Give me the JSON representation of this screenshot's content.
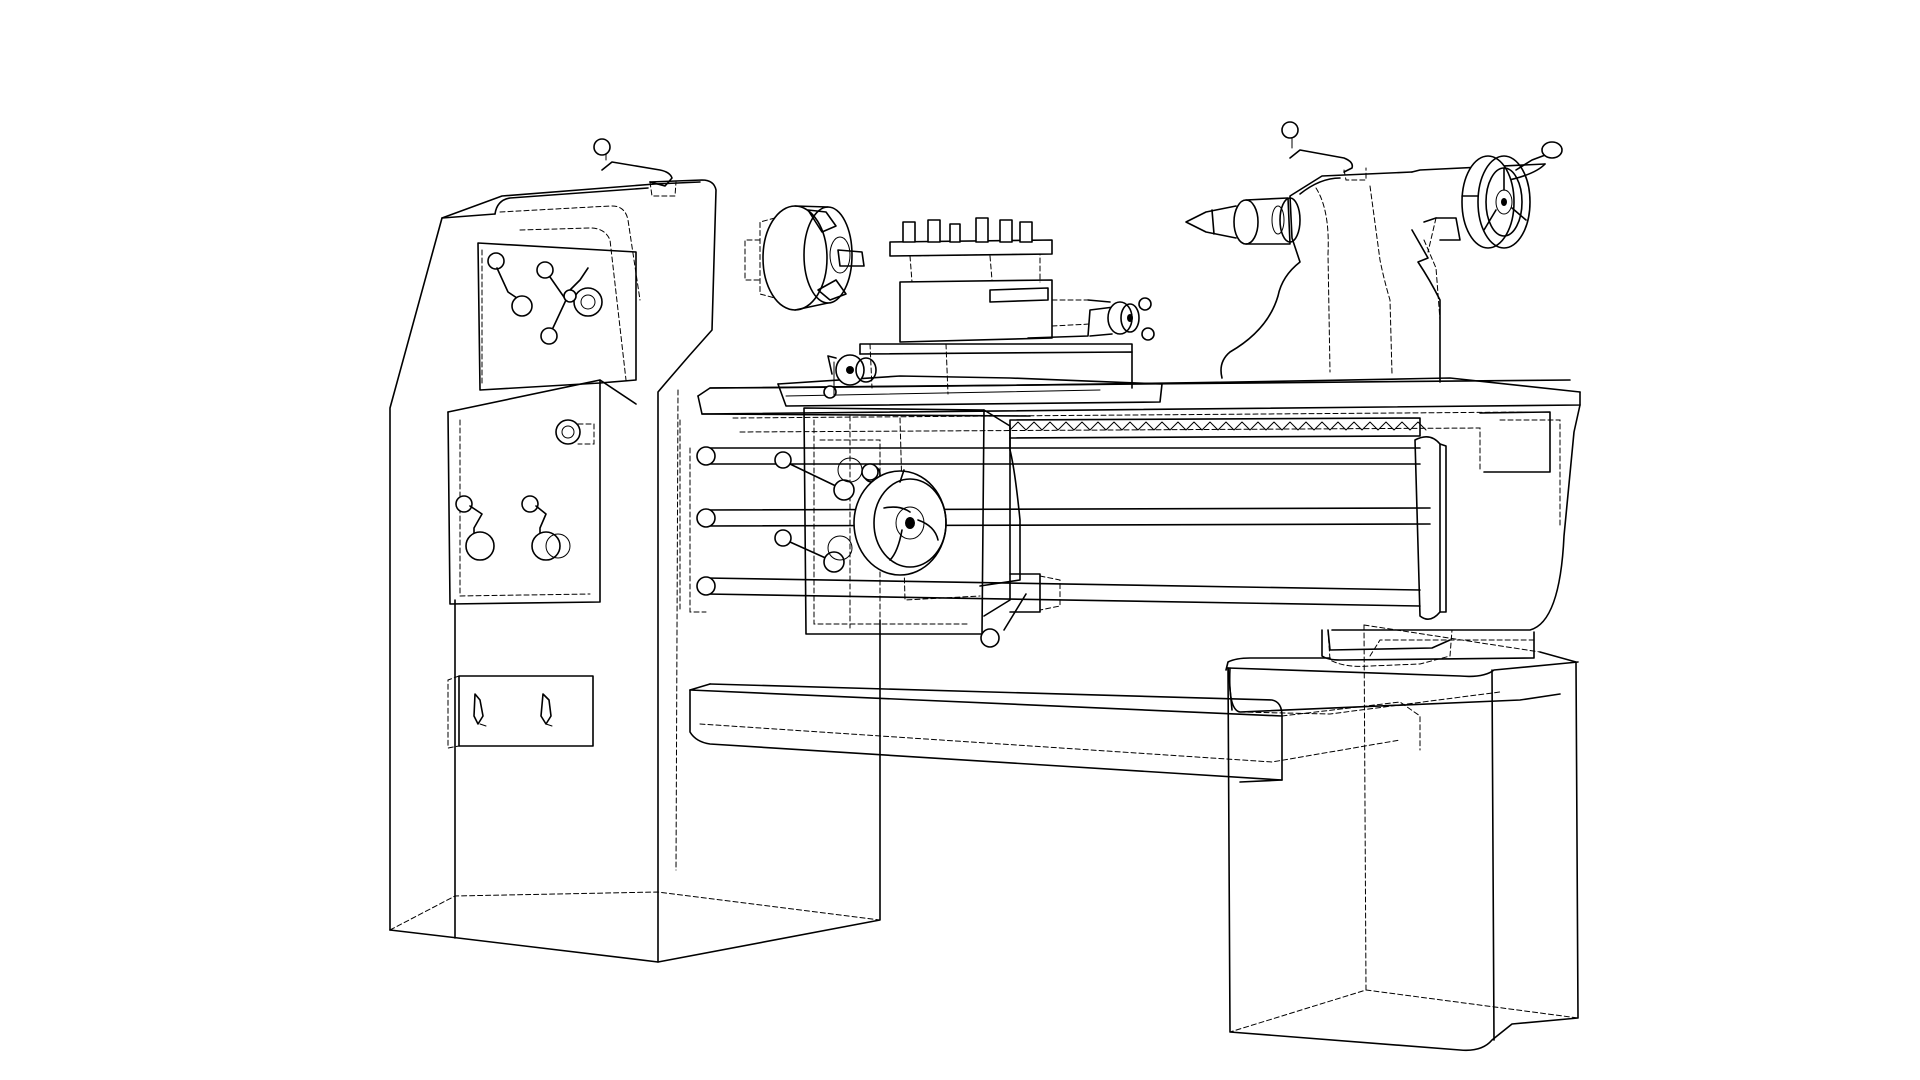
{
  "image": {
    "subject": "lathe",
    "style": "wireframe line drawing",
    "background_color": "#ffffff",
    "line_color": "#000000"
  },
  "parts": [
    "headstock-cabinet",
    "headstock",
    "gear-lever-panel",
    "three-jaw-chuck",
    "tool-post",
    "cross-slide",
    "carriage-saddle",
    "apron",
    "apron-handwheel",
    "lathe-bed",
    "feed-rod",
    "lead-screw",
    "chip-tray",
    "tailstock",
    "tailstock-handwheel",
    "tailstock-pedestal",
    "tool-holder-panel"
  ]
}
